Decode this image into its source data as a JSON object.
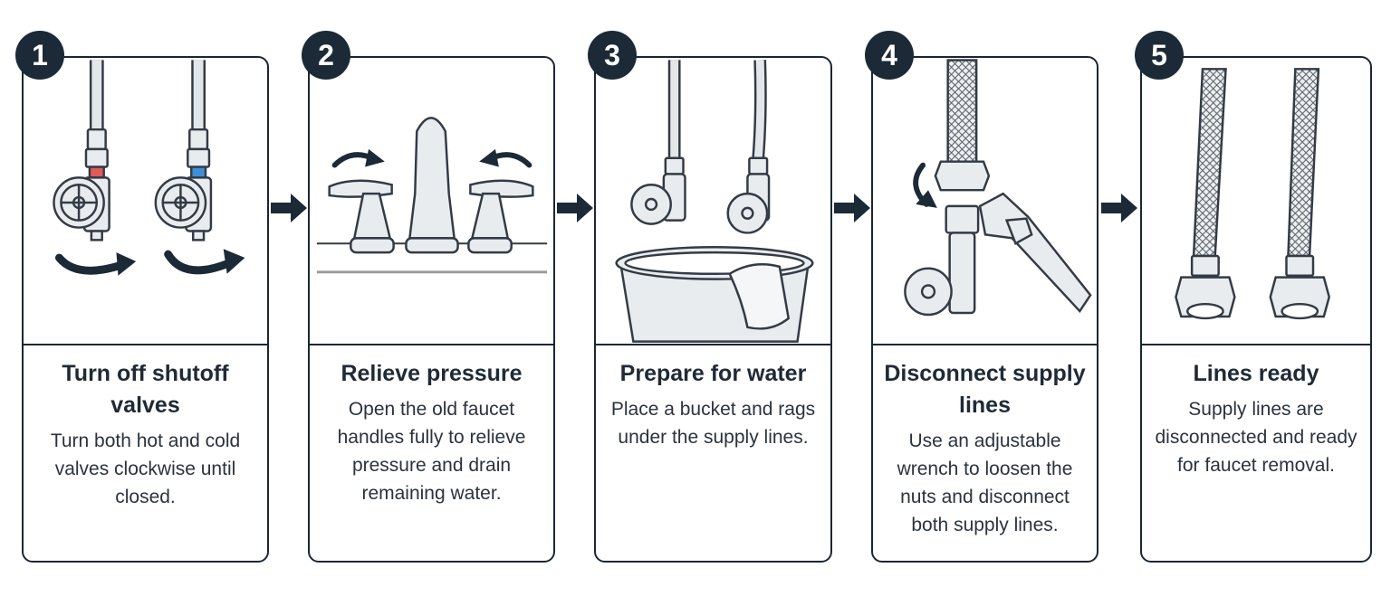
{
  "colors": {
    "primary": "#1c2a37",
    "stroke": "#333b44",
    "hot": "#e05a5a",
    "cold": "#3d8fd8",
    "metal": "#e9ecef"
  },
  "steps": [
    {
      "number": "1",
      "title": "Turn off shutoff valves",
      "description": "Turn both hot and cold valves clockwise until closed."
    },
    {
      "number": "2",
      "title": "Relieve pressure",
      "description": "Open the old faucet handles fully to relieve pressure and drain remaining water."
    },
    {
      "number": "3",
      "title": "Prepare for water",
      "description": "Place a bucket and rags under the supply lines."
    },
    {
      "number": "4",
      "title": "Disconnect supply lines",
      "description": "Use an adjustable wrench to loosen the nuts and disconnect both supply lines."
    },
    {
      "number": "5",
      "title": "Lines ready",
      "description": "Supply lines are disconnected and ready for faucet removal."
    }
  ]
}
